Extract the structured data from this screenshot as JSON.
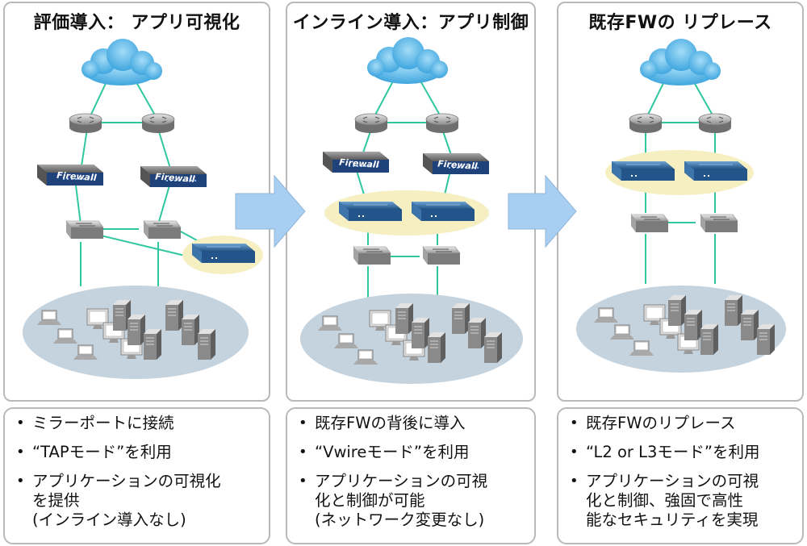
{
  "colors": {
    "link": "#2fc7a0",
    "cloud": "#6ec6f0",
    "lan": "#c5d3de",
    "highlight": "#f6efc2",
    "arrow": "#a8cff2",
    "appliance": "#2f6da6",
    "border": "#b9b9b9"
  },
  "panels": [
    {
      "title": "評価導入：  アプリ可視化",
      "device_label": "Firewall",
      "bullets": [
        "ミラーポートに接続",
        "“TAPモード”を利用",
        "アプリケーションの可視化\nを提供\n(インライン導入なし)"
      ]
    },
    {
      "title": "インライン導入：アプリ制御",
      "device_label": "Firewall",
      "bullets": [
        "既存FWの背後に導入",
        "“Vwireモード”を利用",
        "アプリケーションの可視\n化と制御が可能\n(ネットワーク変更なし)"
      ]
    },
    {
      "title": "既存FWの リプレース",
      "bullets": [
        "既存FWのリプレース",
        "“L2 or L3モード”を利用",
        "アプリケーションの可視\n化と制御、強固で高性\n能なセキュリティを実現"
      ]
    }
  ]
}
